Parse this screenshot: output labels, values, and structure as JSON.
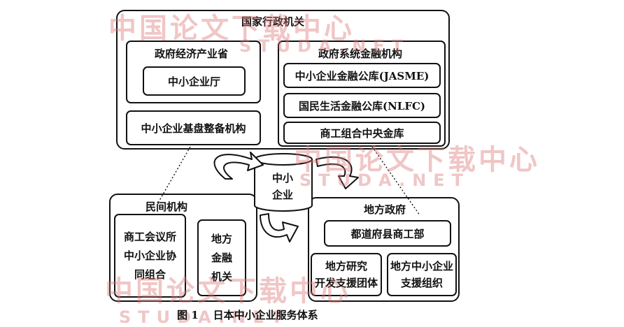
{
  "national": {
    "title": "国家行政机关",
    "meti": {
      "title": "政府经济产业省",
      "sme_agency": "中小企业厅",
      "smrj": "中小企业基盘整备机构"
    },
    "finance": {
      "title": "政府系统金融机构",
      "jasme": "中小企业金融公库(JASME)",
      "nlfc": "国民生活金融公库(NLFC)",
      "shoko": "商工组合中央金库"
    }
  },
  "center": {
    "line1": "中小",
    "line2": "企业"
  },
  "private": {
    "title": "民间机构",
    "chamber": {
      "line1": "商工会议所",
      "line2": "中小企业协",
      "line3": "同组合"
    },
    "local_finance": {
      "line1": "地方",
      "line2": "金融",
      "line3": "机关"
    }
  },
  "local": {
    "title": "地方政府",
    "commerce": "都道府县商工部",
    "research": {
      "line1": "地方研究",
      "line2": "开发支援团体"
    },
    "support": {
      "line1": "地方中小企业",
      "line2": "支援组织"
    }
  },
  "watermark": {
    "cn": "中国论文下载中心",
    "en": "STUDA.NET"
  },
  "caption": {
    "fig": "图 1",
    "title": "日本中小企业服务体系"
  }
}
